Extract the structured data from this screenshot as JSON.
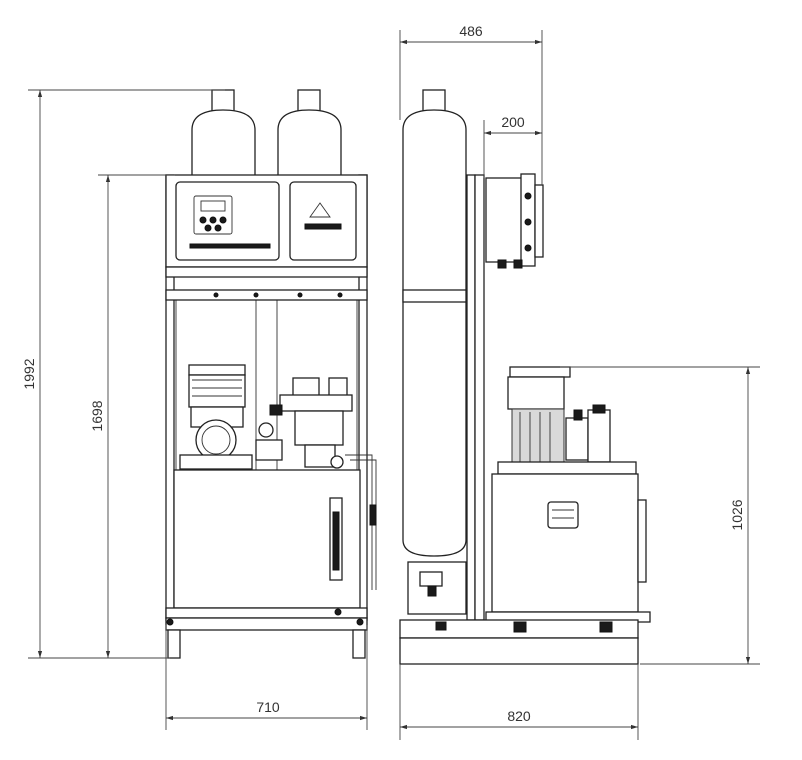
{
  "dimensions": {
    "front_height_total": "1992",
    "front_height_frame": "1698",
    "front_width": "710",
    "side_depth_top": "486",
    "side_box_offset": "200",
    "side_height_pump": "1026",
    "side_depth_base": "820"
  },
  "colors": {
    "line": "#222222",
    "background": "#ffffff"
  }
}
